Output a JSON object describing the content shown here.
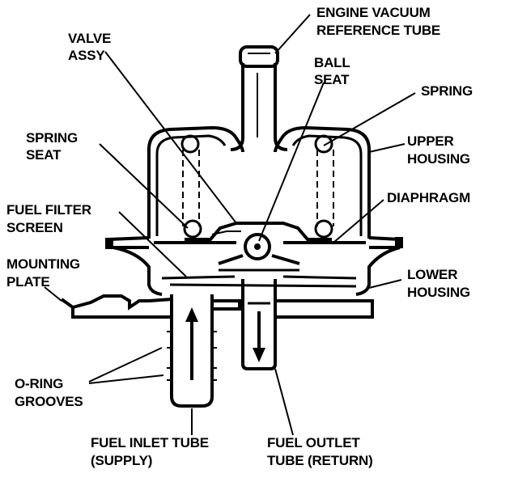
{
  "labels": {
    "engine_vacuum": [
      "ENGINE VACUUM",
      "REFERENCE TUBE"
    ],
    "valve_assy": [
      "VALVE",
      "ASSY"
    ],
    "ball_seat": [
      "BALL",
      "SEAT"
    ],
    "spring": [
      "SPRING"
    ],
    "spring_seat": [
      "SPRING",
      "SEAT"
    ],
    "upper_housing": [
      "UPPER",
      "HOUSING"
    ],
    "fuel_filter_screen": [
      "FUEL FILTER",
      "SCREEN"
    ],
    "diaphragm": [
      "DIAPHRAGM"
    ],
    "mounting_plate": [
      "MOUNTING",
      "PLATE"
    ],
    "lower_housing": [
      "LOWER",
      "HOUSING"
    ],
    "o_ring_grooves": [
      "O-RING",
      "GROOVES"
    ],
    "fuel_inlet_tube": [
      "FUEL INLET TUBE",
      "(SUPPLY)"
    ],
    "fuel_outlet_tube": [
      "FUEL OUTLET",
      "TUBE (RETURN)"
    ]
  }
}
